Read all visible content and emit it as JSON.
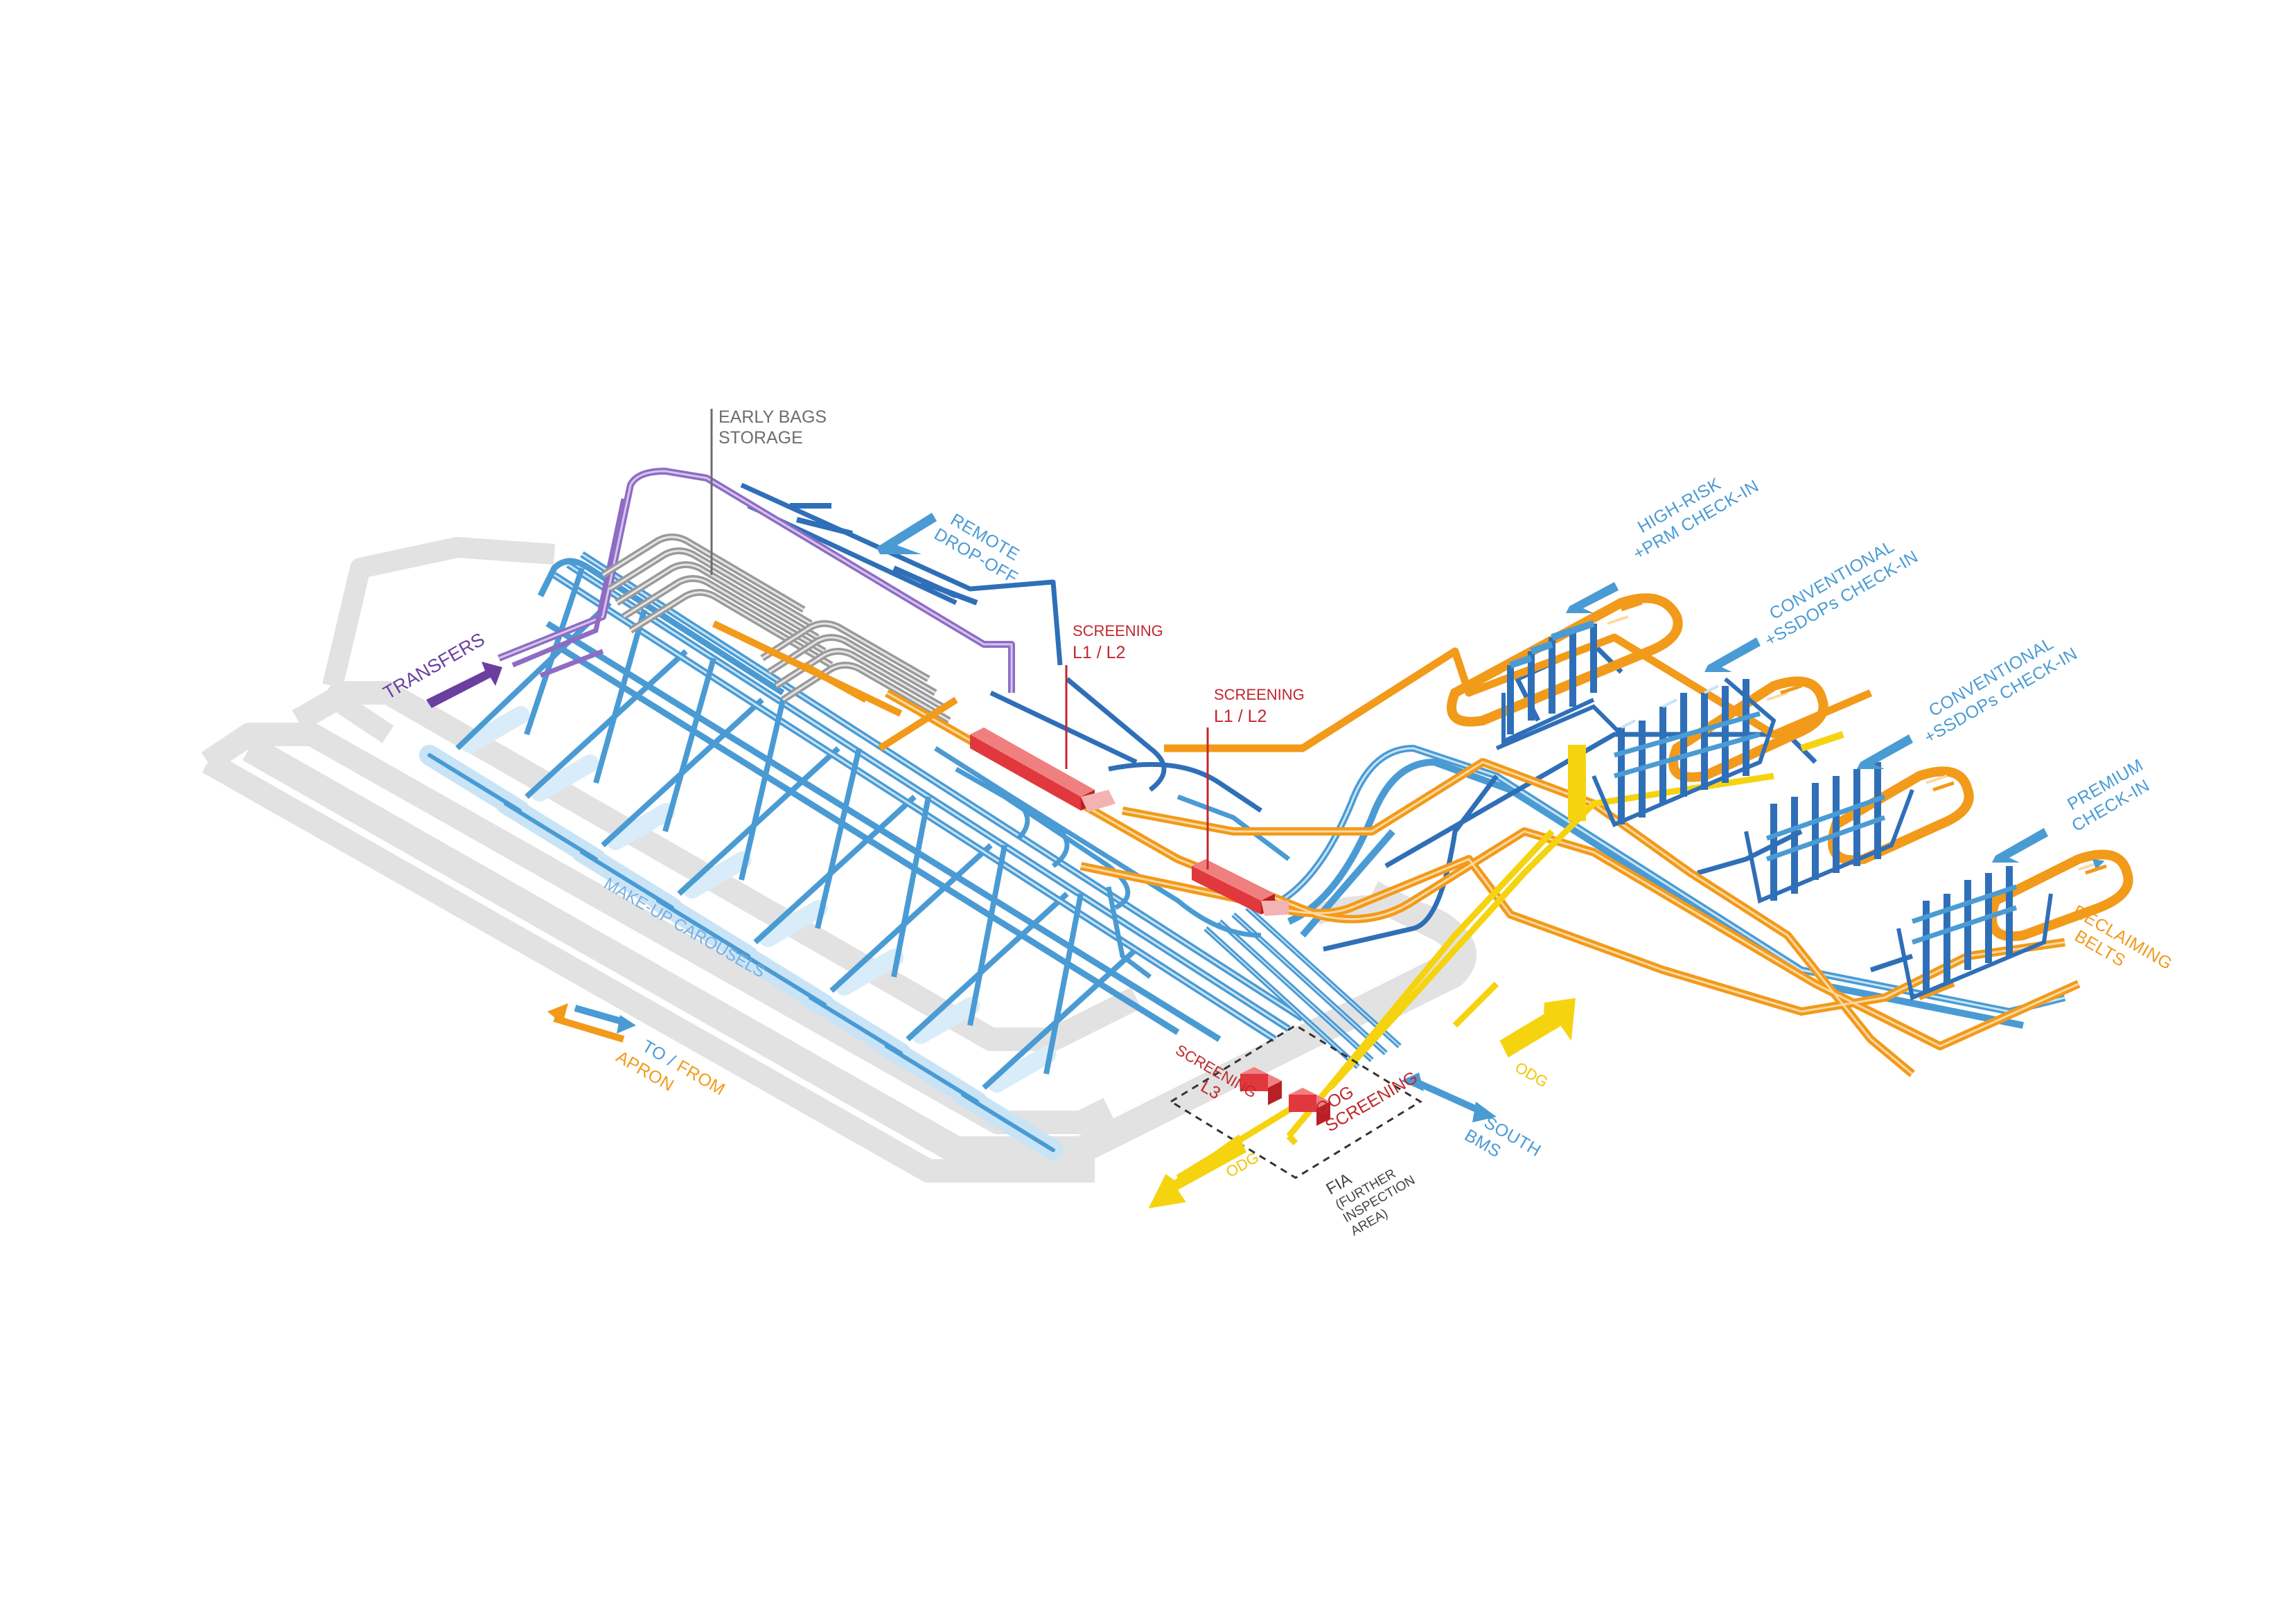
{
  "labels": {
    "early_bags": [
      "EARLY BAGS",
      "STORAGE"
    ],
    "remote": [
      "REMOTE",
      "DROP-OFF"
    ],
    "transfers": "TRANSFERS",
    "screening_1": [
      "SCREENING",
      "L1 / L2"
    ],
    "screening_2": [
      "SCREENING",
      "L1 / L2"
    ],
    "screening_l3": [
      "SCREENING",
      "L3"
    ],
    "high_risk": [
      "HIGH-RISK",
      "+PRM CHECK-IN"
    ],
    "conventional_1": [
      "CONVENTIONAL",
      "+SSDOPs CHECK-IN"
    ],
    "conventional_2": [
      "CONVENTIONAL",
      "+SSDOPs CHECK-IN"
    ],
    "premium": [
      "PREMIUM",
      "CHECK-IN"
    ],
    "reclaiming": [
      "RECLAIMING",
      "BELTS"
    ],
    "makeup": "MAKE-UP CAROUSELS",
    "apron_to": "TO / ",
    "apron_from": "FROM",
    "apron": "APRON",
    "odg_right": "ODG",
    "odg_left": "ODG",
    "oog_screening": [
      "OOG",
      "SCREENING"
    ],
    "south_bms": [
      "SOUTH",
      "BMS"
    ],
    "fia": [
      "FIA",
      "(FURTHER",
      "INSPECTION",
      "AREA)"
    ]
  },
  "colors": {
    "blue": "#4a9bd4",
    "blue_dark": "#2f6fb8",
    "blue_light": "#c8e4f6",
    "orange": "#f29a1a",
    "yellow": "#f5d30f",
    "red": "#e0383d",
    "purple": "#8f6cc4",
    "grey": "#e2e2e2",
    "storage_grey": "#9a9a9a"
  }
}
